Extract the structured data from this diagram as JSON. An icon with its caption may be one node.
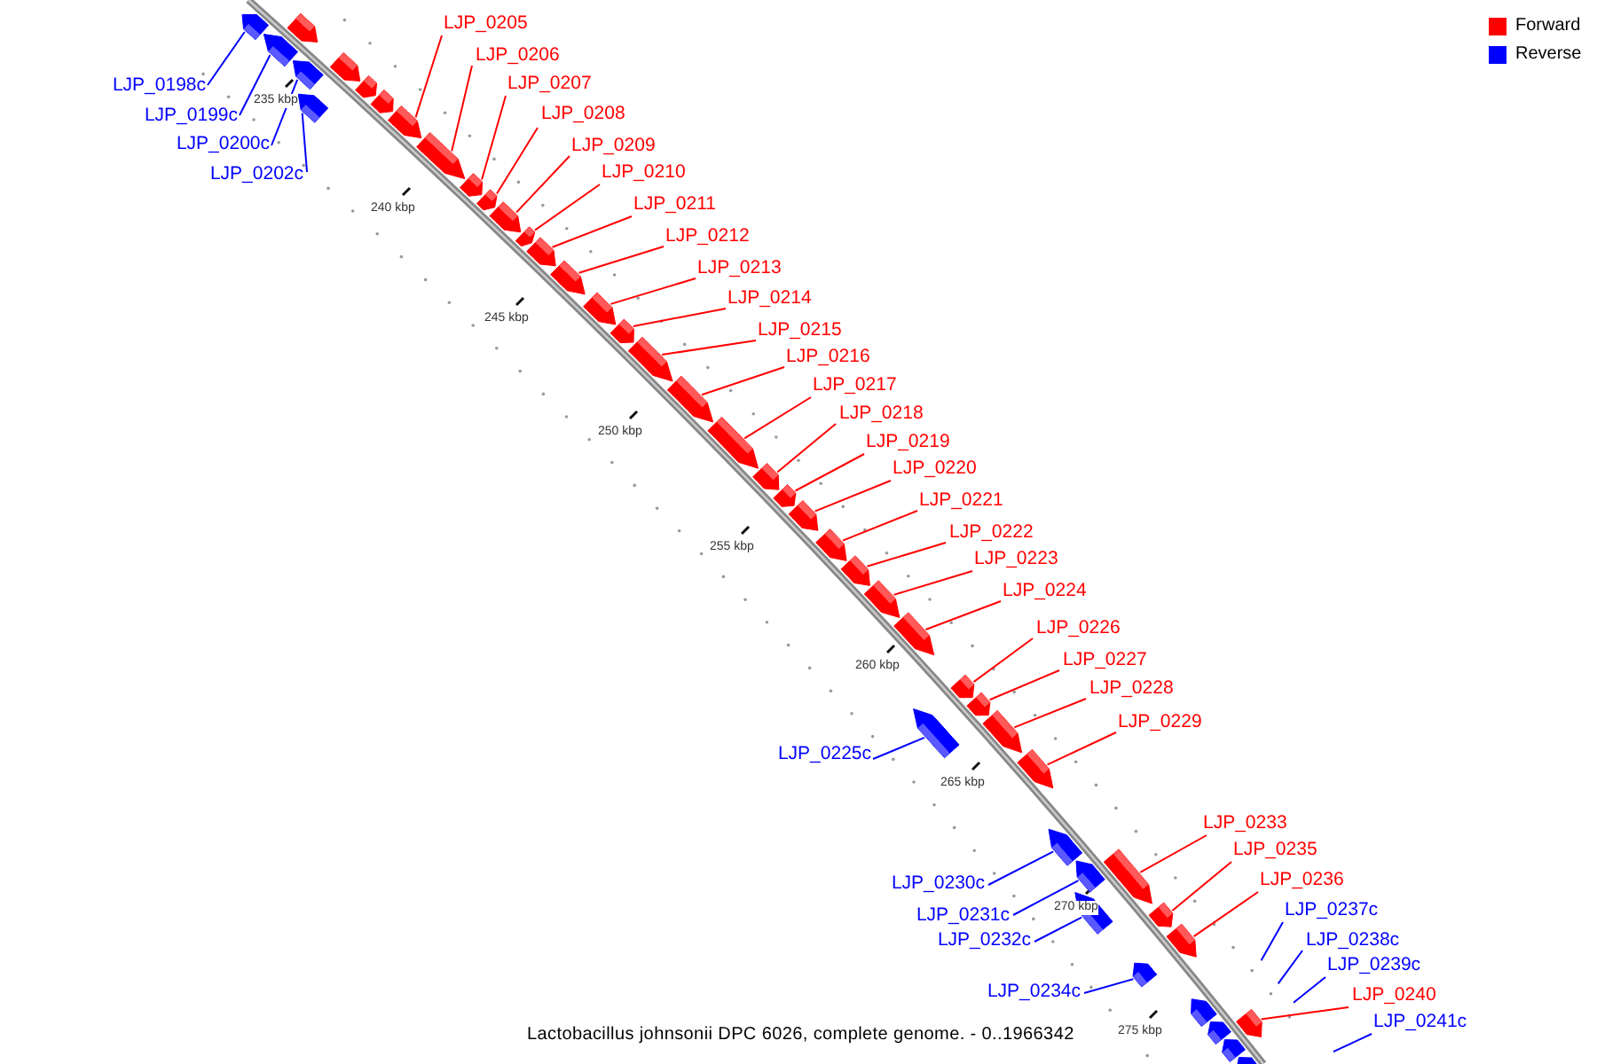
{
  "diagram": {
    "caption": "Lactobacillus johnsonii DPC 6026, complete genome. - 0..1966342",
    "nodes": [
      {
        "text": [
          "LJP_0198c"
        ]
      },
      {
        "text": [
          "LJP_0199c"
        ]
      },
      {
        "text": [
          "LJP_0200c"
        ]
      },
      {
        "text": [
          "LJP_0202c"
        ]
      },
      {
        "text": [
          "LJP_0205"
        ]
      },
      {
        "text": [
          "LJP_0206"
        ]
      },
      {
        "text": [
          "LJP_0207"
        ]
      },
      {
        "text": [
          "LJP_0208"
        ]
      },
      {
        "text": [
          "LJP_0209"
        ]
      },
      {
        "text": [
          "LJP_0210"
        ]
      },
      {
        "text": [
          "LJP_0211"
        ]
      },
      {
        "text": [
          "LJP_0212"
        ]
      },
      {
        "text": [
          "LJP_0213"
        ]
      },
      {
        "text": [
          "LJP_0214"
        ]
      },
      {
        "text": [
          "LJP_0215"
        ]
      },
      {
        "text": [
          "LJP_0216"
        ]
      },
      {
        "text": [
          "LJP_0217"
        ]
      },
      {
        "text": [
          "LJP_0218"
        ]
      },
      {
        "text": [
          "LJP_0219"
        ]
      },
      {
        "text": [
          "LJP_0220"
        ]
      },
      {
        "text": [
          "LJP_0221"
        ]
      },
      {
        "text": [
          "LJP_0222"
        ]
      },
      {
        "text": [
          "LJP_0223"
        ]
      },
      {
        "text": [
          "LJP_0224"
        ]
      },
      {
        "text": [
          "LJP_0226"
        ]
      },
      {
        "text": [
          "LJP_0227"
        ]
      },
      {
        "text": [
          "LJP_0228"
        ]
      },
      {
        "text": [
          "LJP_0229"
        ]
      },
      {
        "text": [
          "LJP_0225c"
        ]
      },
      {
        "text": [
          "LJP_0233"
        ]
      },
      {
        "text": [
          "LJP_0235"
        ]
      },
      {
        "text": [
          "LJP_0236"
        ]
      },
      {
        "text": [
          "LJP_0230c"
        ]
      },
      {
        "text": [
          "LJP_0237c"
        ]
      },
      {
        "text": [
          "LJP_0231c"
        ]
      },
      {
        "text": [
          "LJP_0238c"
        ]
      },
      {
        "text": [
          "LJP_0232c"
        ]
      },
      {
        "text": [
          "LJP_0239c"
        ]
      },
      {
        "text": [
          "LJP_0234c"
        ]
      },
      {
        "text": [
          "LJP_0240"
        ]
      },
      {
        "text": [
          "LJP_0241c"
        ]
      },
      {
        "text": [],
        "shape": "bar"
      },
      {
        "text": [],
        "shape": "bar"
      },
      {
        "text": [],
        "shape": "bar"
      },
      {
        "text": [],
        "shape": "bar"
      },
      {
        "text": [],
        "shape": "bar"
      },
      {
        "text": [],
        "shape": "bar"
      },
      {
        "text": [],
        "shape": "bar"
      },
      {
        "text": [],
        "shape": "bar"
      },
      {
        "text": [],
        "shape": "bar"
      },
      {
        "text": [],
        "shape": "bar"
      },
      {
        "text": [],
        "shape": "bar"
      },
      {
        "text": [],
        "shape": "bar"
      },
      {
        "text": [],
        "shape": "bar"
      },
      {
        "text": [],
        "shape": "bar"
      },
      {
        "text": [],
        "shape": "bar"
      },
      {
        "text": [],
        "shape": "bar"
      },
      {
        "text": [],
        "shape": "bar"
      },
      {
        "text": [],
        "shape": "bar"
      },
      {
        "text": [],
        "shape": "bar"
      },
      {
        "text": [],
        "shape": "bar"
      },
      {
        "text": [],
        "shape": "bar"
      },
      {
        "text": [],
        "shape": "bar"
      },
      {
        "text": [],
        "shape": "bar"
      },
      {
        "text": [],
        "shape": "bar"
      },
      {
        "text": [],
        "shape": "bar"
      },
      {
        "text": [],
        "shape": "bar"
      },
      {
        "text": [],
        "shape": "bar"
      },
      {
        "text": [],
        "shape": "bar"
      },
      {
        "text": [],
        "shape": "bar"
      },
      {
        "text": [],
        "shape": "bar"
      },
      {
        "text": [],
        "shape": "bar"
      },
      {
        "text": [],
        "shape": "bar"
      },
      {
        "text": [],
        "shape": "bar"
      },
      {
        "text": [],
        "shape": "bar"
      },
      {
        "text": [],
        "shape": "bar"
      },
      {
        "text": [],
        "shape": "bar"
      },
      {
        "text": [],
        "shape": "bar"
      },
      {
        "text": [],
        "shape": "bar"
      },
      {
        "text": [],
        "shape": "bar"
      },
      {
        "text": [],
        "shape": "bar"
      },
      {
        "text": [],
        "shape": "bar"
      },
      {
        "text": [],
        "shape": "bar"
      },
      {
        "text": [],
        "shape": "bar"
      },
      {
        "text": [],
        "shape": "bar"
      },
      {
        "text": [],
        "shape": "bar"
      }
    ],
    "edges": [
      {
        "from": 0,
        "to": 41,
        "arrow": "none",
        "color": "#0000ff"
      },
      {
        "from": 1,
        "to": 42,
        "arrow": "none",
        "color": "#0000ff"
      },
      {
        "from": 2,
        "to": 43,
        "arrow": "none",
        "color": "#0000ff"
      },
      {
        "from": 3,
        "to": 44,
        "arrow": "none",
        "color": "#0000ff"
      },
      {
        "from": 4,
        "to": 45,
        "arrow": "none"
      },
      {
        "from": 5,
        "to": 46,
        "arrow": "none"
      },
      {
        "from": 6,
        "to": 47,
        "arrow": "none"
      },
      {
        "from": 7,
        "to": 48,
        "arrow": "none"
      },
      {
        "from": 8,
        "to": 49,
        "arrow": "none"
      },
      {
        "from": 9,
        "to": 50,
        "arrow": "none"
      },
      {
        "from": 10,
        "to": 51,
        "arrow": "none"
      },
      {
        "from": 11,
        "to": 52,
        "arrow": "none"
      },
      {
        "from": 12,
        "to": 53,
        "arrow": "none"
      },
      {
        "from": 13,
        "to": 54,
        "arrow": "none"
      },
      {
        "from": 14,
        "to": 55,
        "arrow": "none"
      },
      {
        "from": 15,
        "to": 56,
        "arrow": "none"
      },
      {
        "from": 16,
        "to": 57,
        "arrow": "none"
      },
      {
        "from": 17,
        "to": 58,
        "arrow": "none"
      },
      {
        "from": 18,
        "to": 59,
        "arrow": "none"
      },
      {
        "from": 19,
        "to": 60,
        "arrow": "none"
      },
      {
        "from": 20,
        "to": 61,
        "arrow": "none"
      },
      {
        "from": 21,
        "to": 62,
        "arrow": "none"
      },
      {
        "from": 22,
        "to": 63,
        "arrow": "none"
      },
      {
        "from": 23,
        "to": 64,
        "arrow": "none"
      },
      {
        "from": 24,
        "to": 66,
        "arrow": "none"
      },
      {
        "from": 25,
        "to": 67,
        "arrow": "none"
      },
      {
        "from": 26,
        "to": 68,
        "arrow": "none"
      },
      {
        "from": 27,
        "to": 69,
        "arrow": "none"
      },
      {
        "from": 28,
        "to": 65,
        "arrow": "none",
        "color": "#0000ff"
      },
      {
        "from": 29,
        "to": 72,
        "arrow": "none"
      },
      {
        "from": 30,
        "to": 74,
        "arrow": "none"
      },
      {
        "from": 31,
        "to": 76,
        "arrow": "none"
      },
      {
        "from": 32,
        "to": 70,
        "arrow": "none",
        "color": "#0000ff"
      },
      {
        "from": 33,
        "to": null,
        "arrow": "none",
        "color": "#0000ff"
      },
      {
        "from": 34,
        "to": 71,
        "arrow": "none",
        "color": "#0000ff"
      },
      {
        "from": 35,
        "to": null,
        "arrow": "none",
        "color": "#0000ff"
      },
      {
        "from": 36,
        "to": 73,
        "arrow": "none",
        "color": "#0000ff"
      },
      {
        "from": 37,
        "to": null,
        "arrow": "none",
        "color": "#0000ff"
      },
      {
        "from": 38,
        "to": 75,
        "arrow": "none",
        "color": "#0000ff"
      },
      {
        "from": 39,
        "to": 77,
        "arrow": "none"
      },
      {
        "from": 40,
        "to": null,
        "arrow": "none",
        "color": "#0000ff"
      }
    ],
    "labels": [
      "235 kbp",
      "240 kbp",
      "245 kbp",
      "250 kbp",
      "255 kbp",
      "260 kbp",
      "265 kbp",
      "270 kbp",
      "275 kbp"
    ],
    "legend": [
      {
        "text": "Forward",
        "color": "#ff0000"
      },
      {
        "text": "Reverse",
        "color": "#0000ff"
      }
    ]
  }
}
